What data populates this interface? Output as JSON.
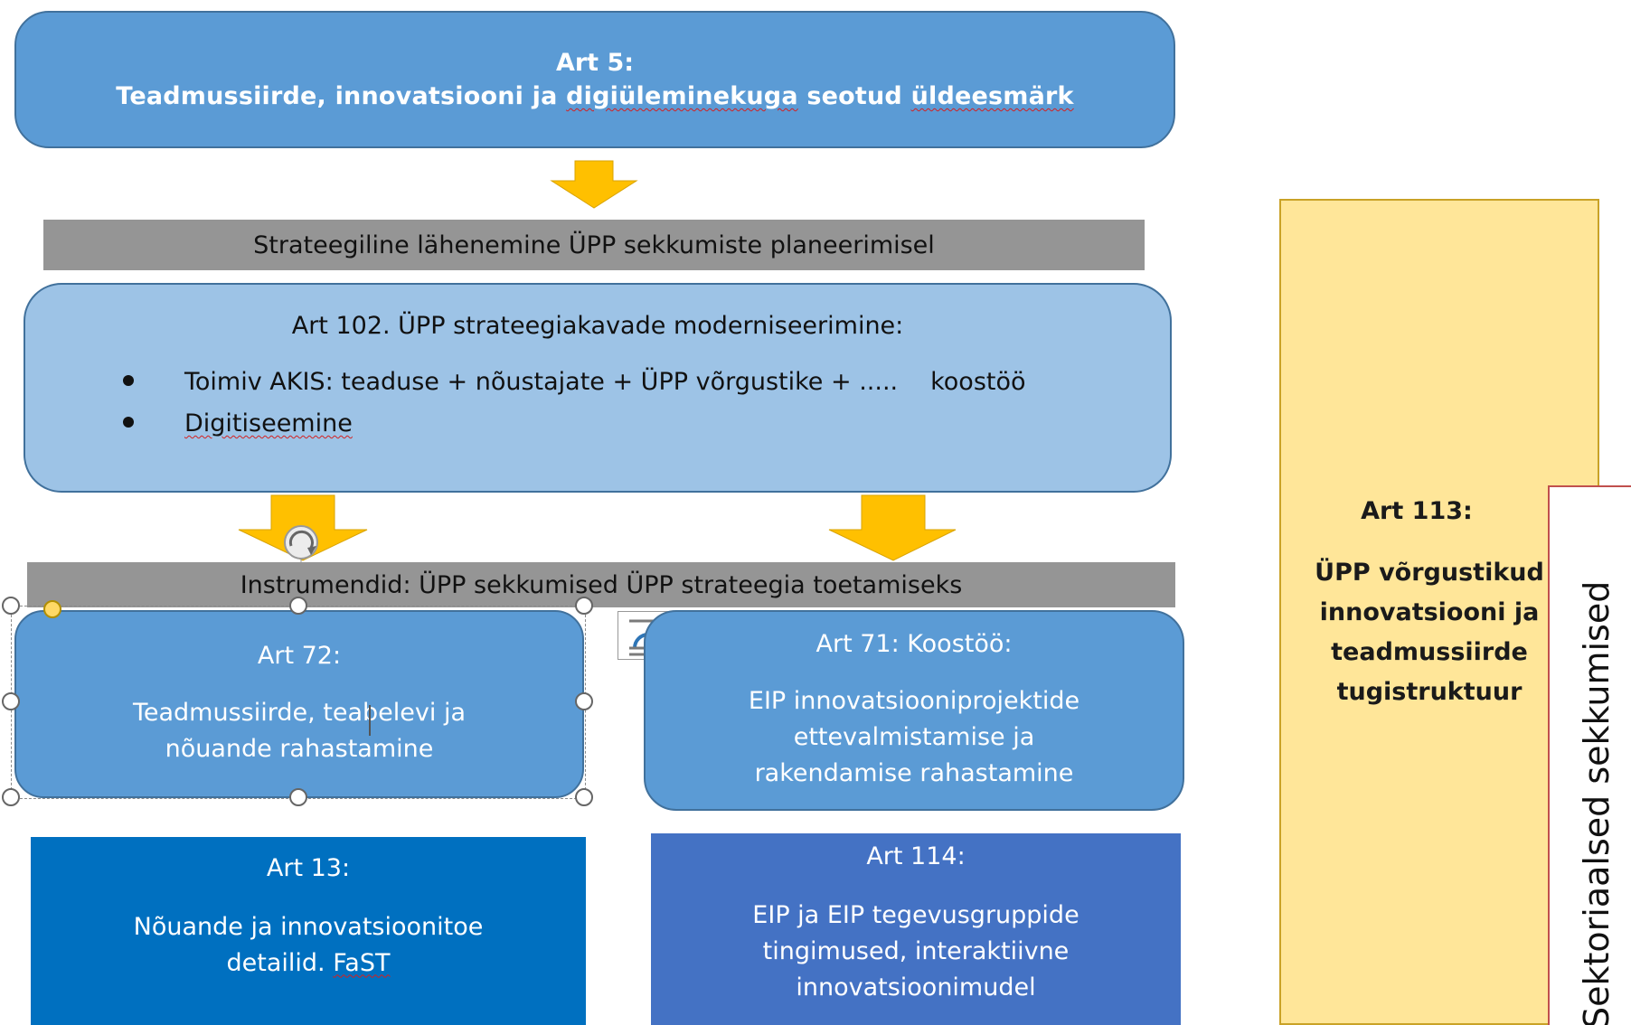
{
  "art5": {
    "title": "Art 5:",
    "text_a": "Teadmussiirde, innovatsiooni ja ",
    "text_b": "digiüleminekuga",
    "text_c": " seotud ",
    "text_d": "üldeesmärk"
  },
  "strategy_bar": "Strateegiline lähenemine ÜPP sekkumiste planeerimisel",
  "art102": {
    "title": "Art 102. ÜPP strateegiakavade moderniseerimine:",
    "bullet1_a": "Toimiv AKIS: teaduse + nõustajate + ÜPP võrgustike + .....",
    "bullet1_b": "koostöö",
    "bullet2": "Digitiseemine"
  },
  "instruments_bar": "Instrumendid: ÜPP sekkumised ÜPP strateegia toetamiseks",
  "art72": {
    "title": "Art 72:",
    "line1": "Teadmussiirde, teabelevi ja",
    "line2_a": "nõuande rahast",
    "line2_b": "amine"
  },
  "art71": {
    "title": "Art 71: Koostöö:",
    "line1": "EIP innovatsiooniprojektide",
    "line2": "ettevalmistamise ja",
    "line3": "rakendamise rahastamine"
  },
  "art13": {
    "title": "Art 13:",
    "line1": "Nõuande ja innovatsioonitoe",
    "line2_a": "detailid. ",
    "line2_b": "FaST"
  },
  "art114": {
    "title": "Art 114:",
    "line1": "EIP ja EIP tegevusgruppide",
    "line2": "tingimused, interaktiivne",
    "line3": "innovatsioonimudel"
  },
  "art113": {
    "title": "Art 113:",
    "line1": "ÜPP võrgustikud",
    "line2": "innovatsiooni ja",
    "line3": "teadmussiirde",
    "line4": "tugistruktuur"
  },
  "sector_label": "Sektoriaalsed  sekkumised",
  "colors": {
    "blue_box": "#5b9bd5",
    "light_blue_box": "#9dc3e6",
    "dark_blue": "#0070c0",
    "royal_blue": "#4472c4",
    "grey_bar": "#959595",
    "yellow_box": "#ffe699",
    "arrow": "#ffc000"
  }
}
